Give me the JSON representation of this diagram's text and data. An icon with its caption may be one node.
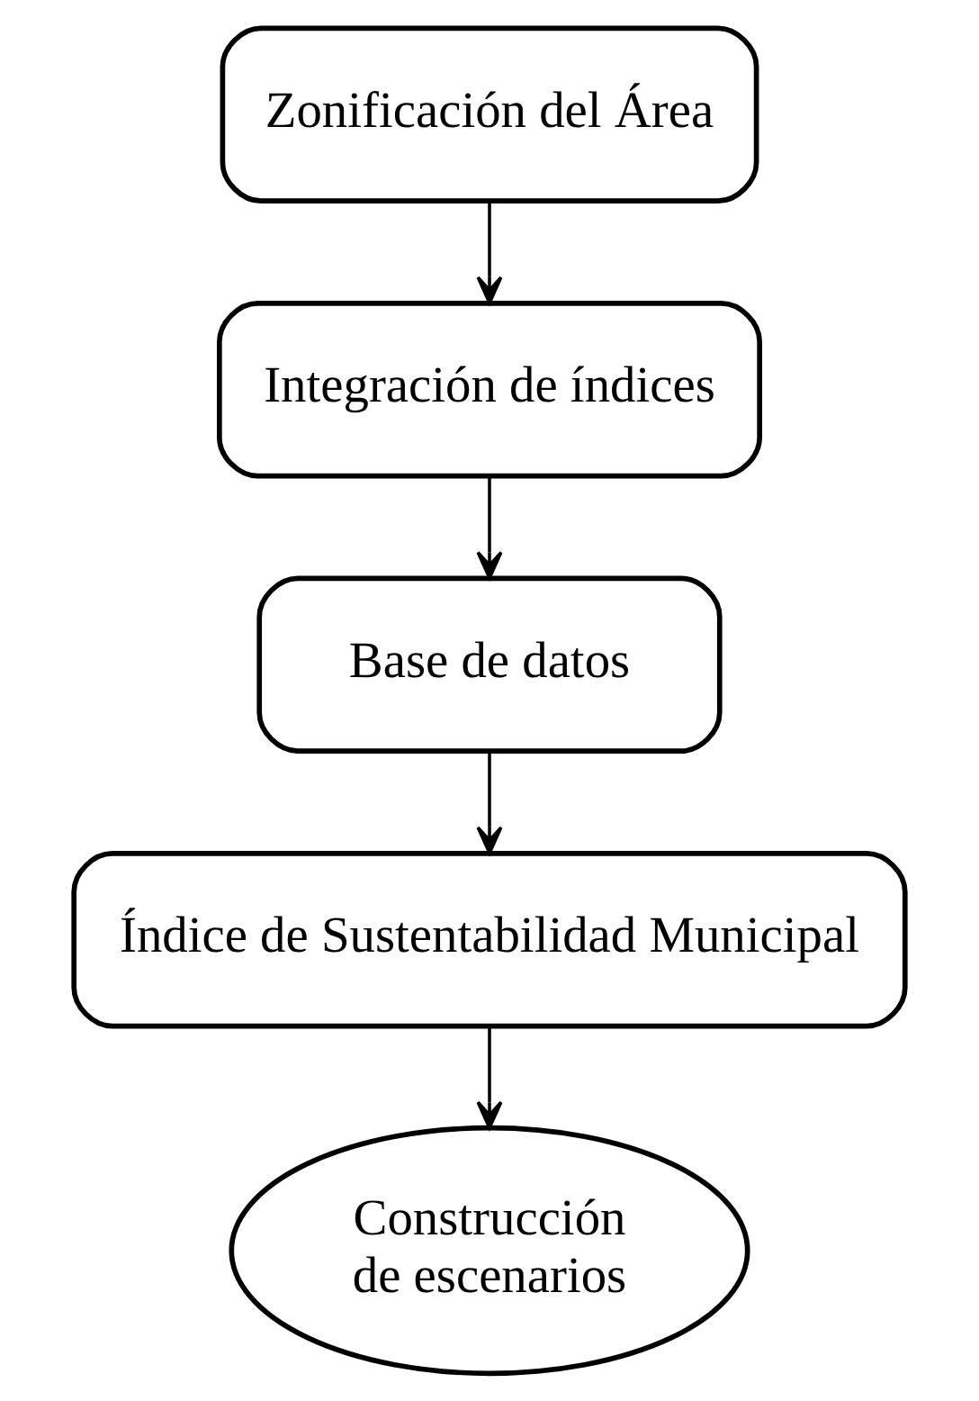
{
  "diagram": {
    "nodes": [
      {
        "text": [
          "Zonificación del Área"
        ]
      },
      {
        "text": [
          "Integración de índices"
        ]
      },
      {
        "text": [
          "Base de datos"
        ]
      },
      {
        "text": [
          "Índice de Sustentabilidad Municipal"
        ]
      },
      {
        "text": [
          "Construcción de escenarios"
        ]
      }
    ],
    "edges": [
      {
        "from": 0,
        "to": 1,
        "arrow": "to"
      },
      {
        "from": 1,
        "to": 2,
        "arrow": "to"
      },
      {
        "from": 2,
        "to": 3,
        "arrow": "to"
      },
      {
        "from": 3,
        "to": 4,
        "arrow": "to"
      }
    ]
  }
}
